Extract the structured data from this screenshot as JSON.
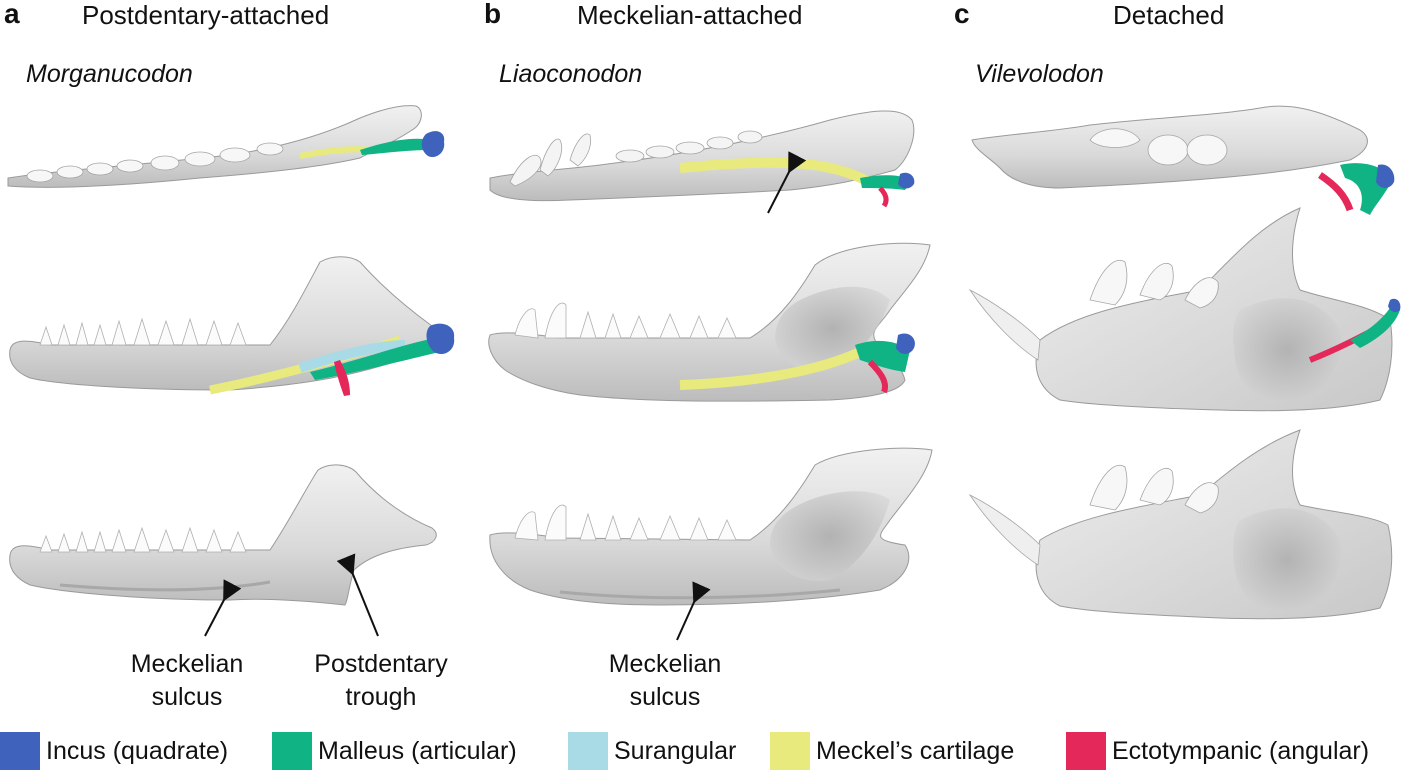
{
  "panels": [
    {
      "letter": "a",
      "title": "Postdentary-attached",
      "taxon": "Morganucodon"
    },
    {
      "letter": "b",
      "title": "Meckelian-attached",
      "taxon": "Liaoconodon"
    },
    {
      "letter": "c",
      "title": "Detached",
      "taxon": "Vilevolodon"
    }
  ],
  "callouts": {
    "a_meckelian": "Meckelian\nsulcus",
    "a_postdentary": "Postdentary\ntrough",
    "b_meckelian": "Meckelian\nsulcus"
  },
  "legend": [
    {
      "label": "Incus (quadrate)",
      "color": "#3f63bd"
    },
    {
      "label": "Malleus (articular)",
      "color": "#10b384"
    },
    {
      "label": "Surangular",
      "color": "#a9dbe6"
    },
    {
      "label": "Meckel’s cartilage",
      "color": "#e8ea7e"
    },
    {
      "label": "Ectotympanic (angular)",
      "color": "#e4285a"
    }
  ]
}
